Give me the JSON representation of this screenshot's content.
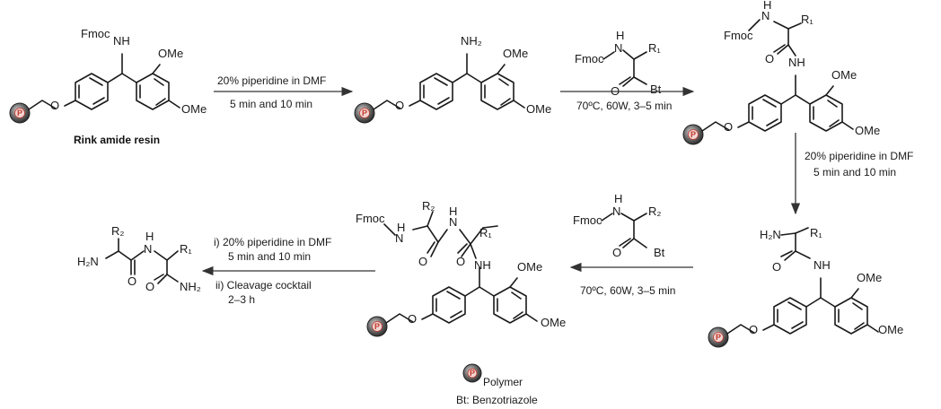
{
  "text": {
    "fmoc": "Fmoc",
    "nh": "NH",
    "n": "N",
    "h": "H",
    "ome": "OMe",
    "o": "O",
    "bt": "Bt",
    "h2n": "H₂N",
    "nh2": "NH₂",
    "r1": "R₁",
    "r2": "R₂",
    "p": "P"
  },
  "conditions": {
    "step1_line1": "20% piperidine in DMF",
    "step1_line2": "5 min and 10 min",
    "step2_line1": "70ºC, 60W, 3–5 min",
    "step3_line1": "20% piperidine in DMF",
    "step3_line2": "5 min and 10 min",
    "step4_line1": "70ºC, 60W, 3–5 min",
    "step5_line1": "i) 20% piperidine in DMF",
    "step5_line2": "5 min and 10 min",
    "step5_line3": "ii) Cleavage cocktail",
    "step5_line4": "2–3 h"
  },
  "captions": {
    "rink": "Rink  amide resin"
  },
  "legend": {
    "polymer": "Polymer",
    "bt": "Bt: Benzotriazole"
  },
  "colors": {
    "bead_dark": "#3a3a3a",
    "bead_red": "#c0392b"
  }
}
